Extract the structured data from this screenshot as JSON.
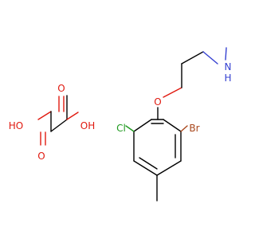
{
  "molecule": {
    "atom_labels": {
      "o_ether": "O",
      "n_amine": "N",
      "h_amine": "H",
      "cl": "Cl",
      "br": "Br",
      "ho_left": "HO",
      "oh_right": "OH",
      "o_top_left": "O",
      "o_top_right": "O",
      "o_bottom": "O"
    },
    "colors": {
      "bond": "#000000",
      "oxygen": "#e0190f",
      "nitrogen": "#3440d1",
      "chlorine": "#1f9a1f",
      "bromine": "#a8461b"
    }
  }
}
